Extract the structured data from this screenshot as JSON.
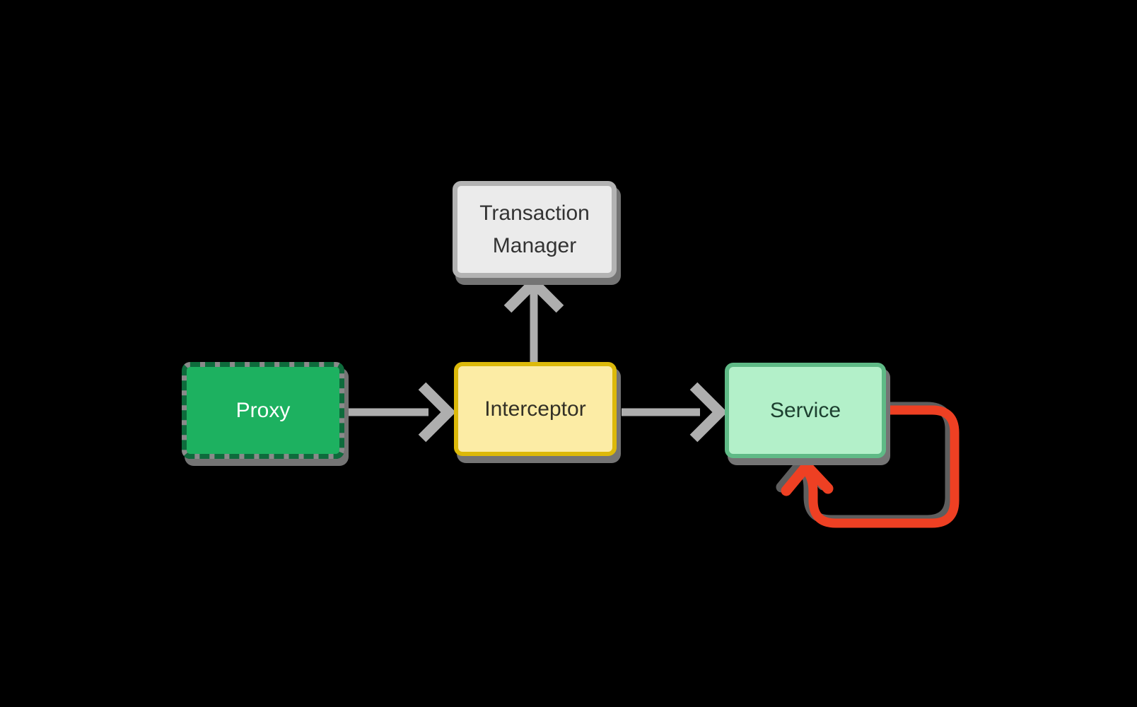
{
  "diagram": {
    "type": "flowchart",
    "nodes": {
      "proxy": {
        "label": "Proxy",
        "shape": "rounded-rect",
        "border_style": "dashed"
      },
      "interceptor": {
        "label": "Interceptor",
        "shape": "rounded-rect",
        "border_style": "solid"
      },
      "transaction_manager": {
        "label": "Transaction Manager",
        "shape": "rounded-rect",
        "border_style": "solid"
      },
      "service": {
        "label": "Service",
        "shape": "rounded-rect",
        "border_style": "solid"
      }
    },
    "edges": [
      {
        "from": "Proxy",
        "to": "Interceptor",
        "style": "arrow",
        "color": "#aeaeae"
      },
      {
        "from": "Interceptor",
        "to": "Transaction Manager",
        "style": "arrow",
        "color": "#aeaeae"
      },
      {
        "from": "Interceptor",
        "to": "Service",
        "style": "arrow",
        "color": "#aeaeae"
      },
      {
        "from": "Service",
        "to": "Service",
        "style": "self-loop arrow",
        "color": "#ee4023"
      }
    ]
  },
  "colors": {
    "canvas_bg": "#000000",
    "node_shadow": "#747474",
    "proxy_fill": "#1db160",
    "proxy_border": "#0e6b3c",
    "proxy_under": "#8a8a8a",
    "proxy_text": "#ffffff",
    "interceptor_fill": "#fceca5",
    "interceptor_border": "#dcb90a",
    "interceptor_text": "#333026",
    "tm_fill": "#ebebeb",
    "tm_border": "#b3b3b3",
    "tm_text": "#333333",
    "service_fill": "#b3f0c9",
    "service_border": "#5fba86",
    "service_text": "#1d4030",
    "arrow_gray": "#aeaeae",
    "loop_red": "#ee4023"
  }
}
